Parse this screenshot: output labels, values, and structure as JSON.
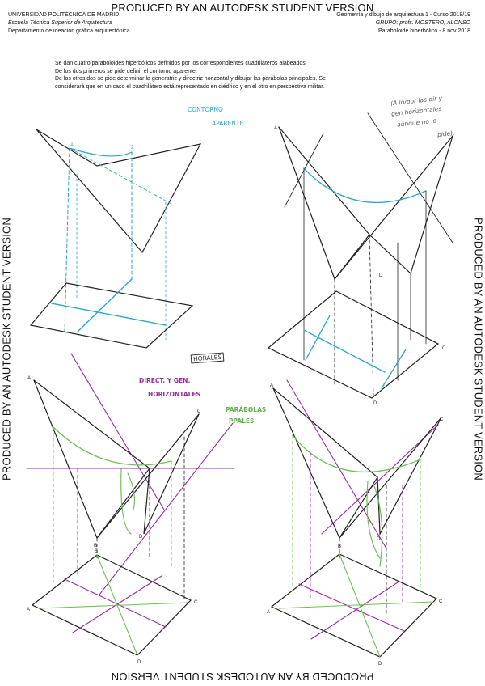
{
  "watermark": "PRODUCED BY AN AUTODESK STUDENT VERSION",
  "header": {
    "university": "UNIVERSIDAD POLITÉCNICA DE MADRID",
    "school": "Escuela Técnica Superior de Arquitectura",
    "department": "Departamento de ideación gráfica arquitectónica",
    "course": "Geometría y dibujo de arquitectura 1 - Curso 2018/19",
    "group": "GRUPO: profs. MOSTERO, ALONSO",
    "topic": "Paraboloide hiperbólico - 8 nov 2018"
  },
  "statement": [
    "Se dan cuatro paraboloides hiperbólicos definidos por los correspondientes cuadriláteros alabeados.",
    "De los dos primeros se pide definir el contorno aparente.",
    "De los otros dos se pide determinar la generatriz y directriz horizontal y dibujar las parábolas principales. Se",
    "considerará que en un caso el cuadrilátero está representado en diédrico y en el otro en perspectiva militar."
  ],
  "annotations": {
    "contorno_1": "CONTORNO",
    "contorno_2": "APARENTE",
    "note_1": "(A lo/por las dir y",
    "note_2": "gen horizontales",
    "note_3": "aunque no lo",
    "note_4": "pide).",
    "horales": "HORALES",
    "direct_1": "DIRECT. Y GEN.",
    "direct_2": "HORIZONTALES",
    "parab_1": "PARÁBOLAS",
    "parab_2": "PPALES"
  },
  "point_labels": {
    "one": "1",
    "two": "2",
    "A": "A",
    "B": "B",
    "C": "C",
    "D": "D"
  },
  "colors": {
    "line": "#222222",
    "cyan": "#29a7c4",
    "magenta": "#9b2aa0",
    "green": "#6fbf55"
  }
}
